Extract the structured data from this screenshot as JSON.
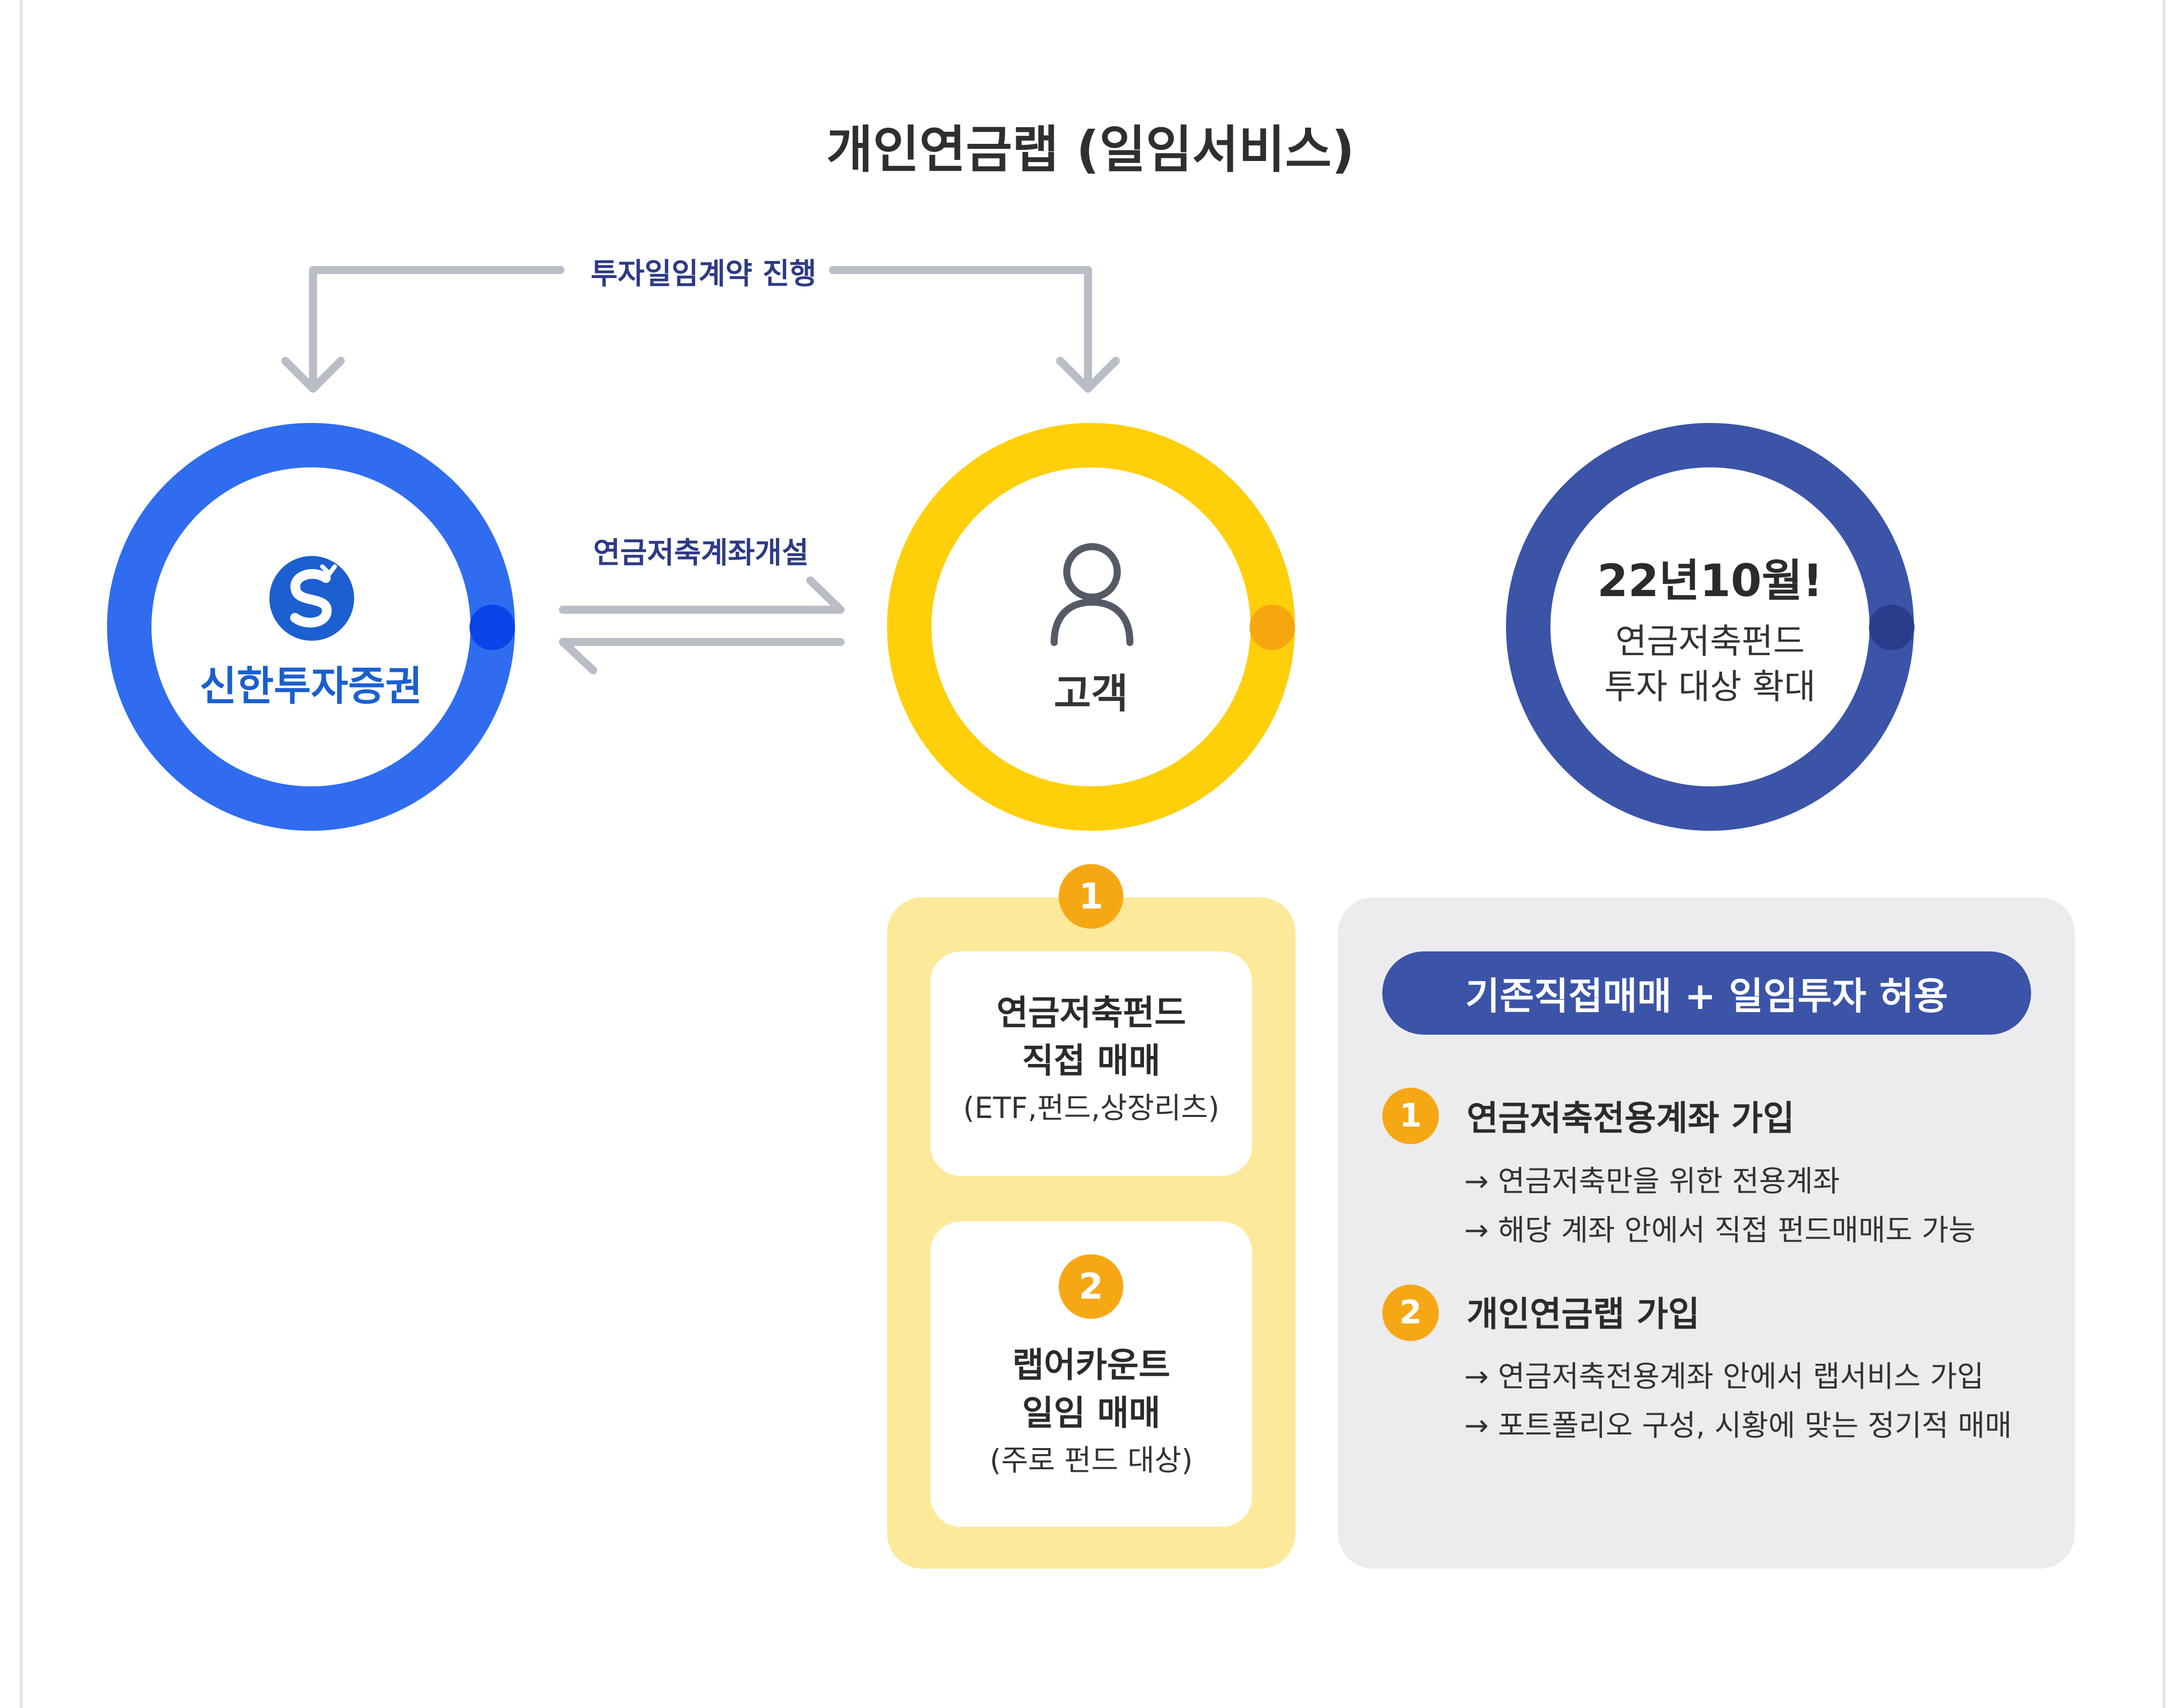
{
  "title": "개인연금랩 (일임서비스)",
  "flows": {
    "contract_label": "투자일임계약 진행",
    "account_label": "연금저축계좌개설"
  },
  "colors": {
    "company_ring": "#2f6cf0",
    "customer_ring": "#ffcf0a",
    "notice_ring": "#3b54a8",
    "badge": "#f6a814",
    "arrow": "#b9bec6"
  },
  "company": {
    "logo_icon": "shinhan-s-logo",
    "name": "신한투자증권"
  },
  "customer": {
    "icon": "person-icon",
    "label": "고객"
  },
  "notice": {
    "headline": "22년10월!",
    "line1": "연금저축펀드",
    "line2": "투자 대상 확대"
  },
  "options": [
    {
      "number": "1",
      "title_line1": "연금저축펀드",
      "title_line2": "직접 매매",
      "note": "(ETF,펀드,상장리츠)"
    },
    {
      "number": "2",
      "title_line1": "랩어카운트",
      "title_line2": "일임 매매",
      "note": "(주로 펀드 대상)"
    }
  ],
  "summary": {
    "pill": "기존직접매매 + 일임투자 허용",
    "steps": [
      {
        "number": "1",
        "title": "연금저축전용계좌 가입",
        "lines": [
          "→ 연금저축만을 위한 전용계좌",
          "→ 해당 계좌 안에서 직접 펀드매매도 가능"
        ]
      },
      {
        "number": "2",
        "title": "개인연금랩 가입",
        "lines": [
          "→ 연금저축전용계좌 안에서 랩서비스 가입",
          "→ 포트폴리오 구성, 시황에 맞는 정기적 매매"
        ]
      }
    ]
  }
}
